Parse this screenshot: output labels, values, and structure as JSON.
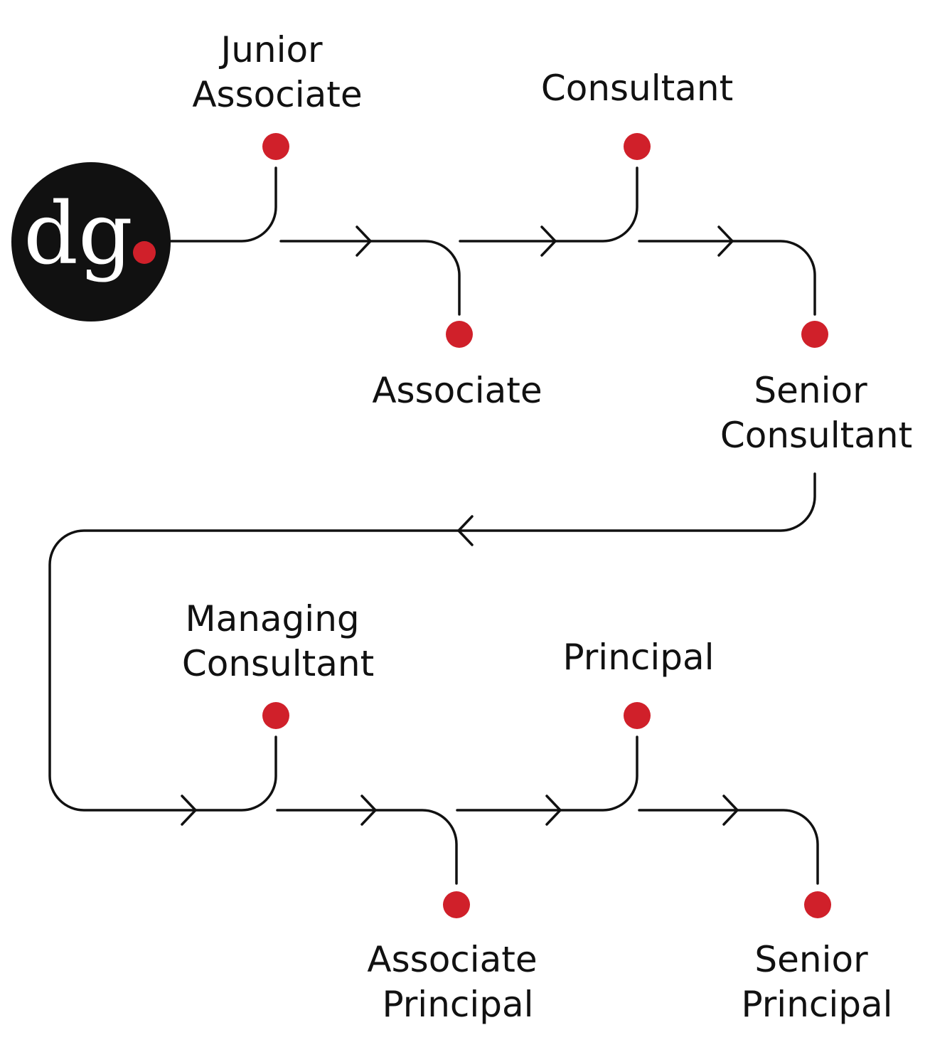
{
  "logo": {
    "text": "dg"
  },
  "colors": {
    "line": "#111111",
    "dot": "#d0202a",
    "logo_bg": "#111111",
    "logo_text": "#ffffff"
  },
  "stages": [
    {
      "id": "junior-associate",
      "lines": [
        "Junior",
        "Associate"
      ]
    },
    {
      "id": "associate",
      "lines": [
        "Associate"
      ]
    },
    {
      "id": "consultant",
      "lines": [
        "Consultant"
      ]
    },
    {
      "id": "senior-consultant",
      "lines": [
        "Senior",
        "Consultant"
      ]
    },
    {
      "id": "managing-consultant",
      "lines": [
        "Managing",
        "Consultant"
      ]
    },
    {
      "id": "associate-principal",
      "lines": [
        "Associate",
        "Principal"
      ]
    },
    {
      "id": "principal",
      "lines": [
        "Principal"
      ]
    },
    {
      "id": "senior-principal",
      "lines": [
        "Senior",
        "Principal"
      ]
    }
  ]
}
